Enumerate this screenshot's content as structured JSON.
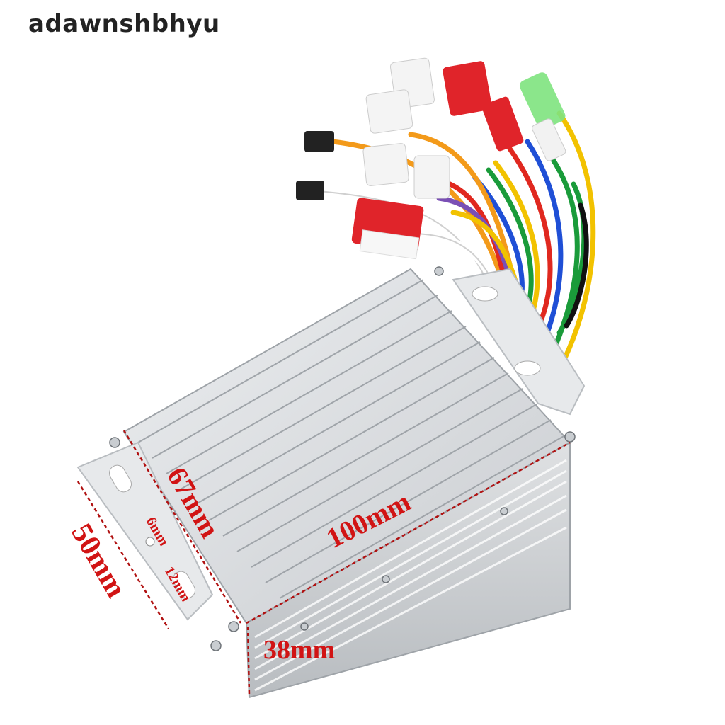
{
  "watermark": "adawnshbhyu",
  "product": {
    "type": "brushless-motor-controller",
    "colors": {
      "housing": "#d8dadc",
      "housing_dark": "#a9adb1",
      "dimension_red": "#d11414",
      "wire_colors": [
        "#f2c200",
        "#1a9b3a",
        "#1f4fd6",
        "#e0281f",
        "#f39a1a",
        "#ffffff",
        "#111111",
        "#7a4fb5"
      ]
    },
    "dimensions": {
      "length": "100mm",
      "width": "67mm",
      "height": "38mm",
      "bracket_width": "50mm",
      "slot_width": "6mm",
      "slot_length": "12mm"
    }
  }
}
